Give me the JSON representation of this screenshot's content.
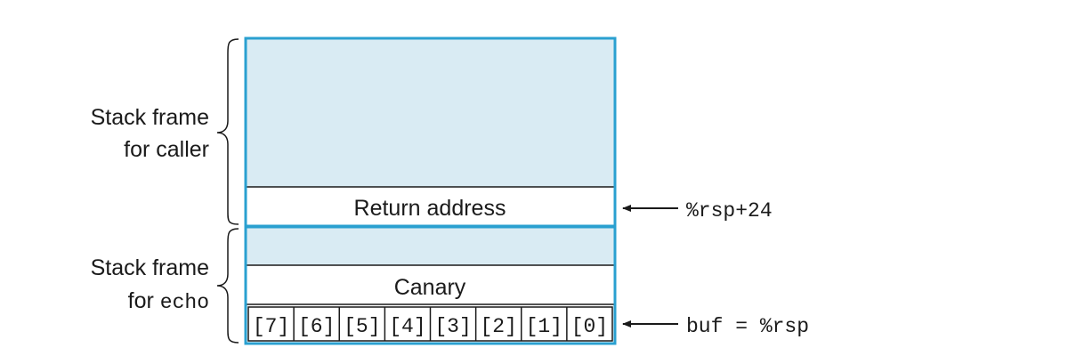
{
  "labels": {
    "caller_line1": "Stack frame",
    "caller_line2": "for caller",
    "echo_line1": "Stack frame",
    "echo_line2_prefix": "for ",
    "echo_line2_code": "echo"
  },
  "cells": {
    "return_address": "Return address",
    "canary": "Canary"
  },
  "buffer_bytes": [
    "[7]",
    "[6]",
    "[5]",
    "[4]",
    "[3]",
    "[2]",
    "[1]",
    "[0]"
  ],
  "pointers": {
    "rsp_plus_24": "%rsp+24",
    "buf_eq_rsp": "buf = %rsp"
  },
  "colors": {
    "frame_border": "#2aa0d0",
    "frame_fill": "#d9ebf3",
    "line": "#1a1a1a",
    "text": "#1a1a1a"
  }
}
